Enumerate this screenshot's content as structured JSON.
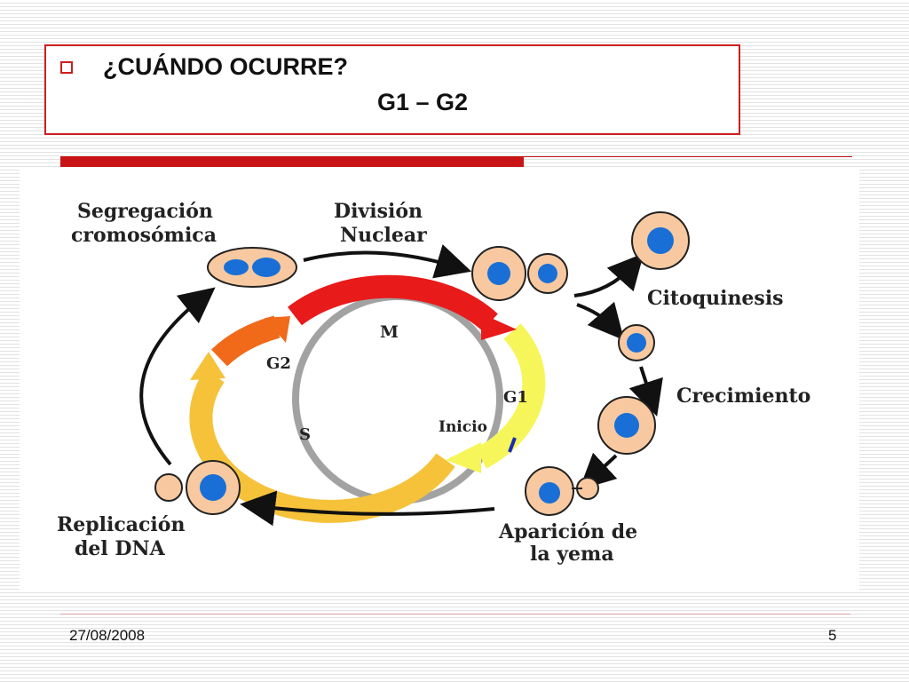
{
  "slide": {
    "title": "¿CUÁNDO OCURRE?",
    "subtitle": "G1 – G2",
    "footer_date": "27/08/2008",
    "footer_page": "5"
  },
  "diagram": {
    "phases": {
      "m": "M",
      "g1": "G1",
      "s": "S",
      "g2": "G2",
      "start": "Inicio"
    },
    "stages": {
      "segregation_line1": "Segregación",
      "segregation_line2": "cromosómica",
      "nuclear_division_line1": "División",
      "nuclear_division_line2": "Nuclear",
      "cytokinesis": "Citoquinesis",
      "growth": "Crecimiento",
      "bud_line1": "Aparición de",
      "bud_line2": "la yema",
      "dna_replication_line1": "Replicación",
      "dna_replication_line2": "del DNA"
    },
    "colors": {
      "m_phase": "#e81a1a",
      "g1_phase": "#f6f65a",
      "s_phase": "#f5c23a",
      "g2_phase": "#f06a1a",
      "cell_body": "#f8c9a0",
      "nucleus": "#1a6fd6",
      "start_marker": "#1a2bb8"
    }
  }
}
